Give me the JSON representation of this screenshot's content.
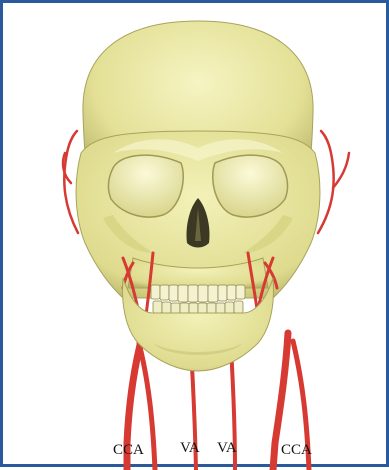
{
  "labels": {
    "cca_left": "CCA",
    "va_left": "VA",
    "va_right": "VA",
    "cca_right": "CCA"
  },
  "colors": {
    "frame": "#2a5a9c",
    "bone": "#ecea9e",
    "bone_shadow": "#c9c57a",
    "artery": "#d63a32"
  }
}
